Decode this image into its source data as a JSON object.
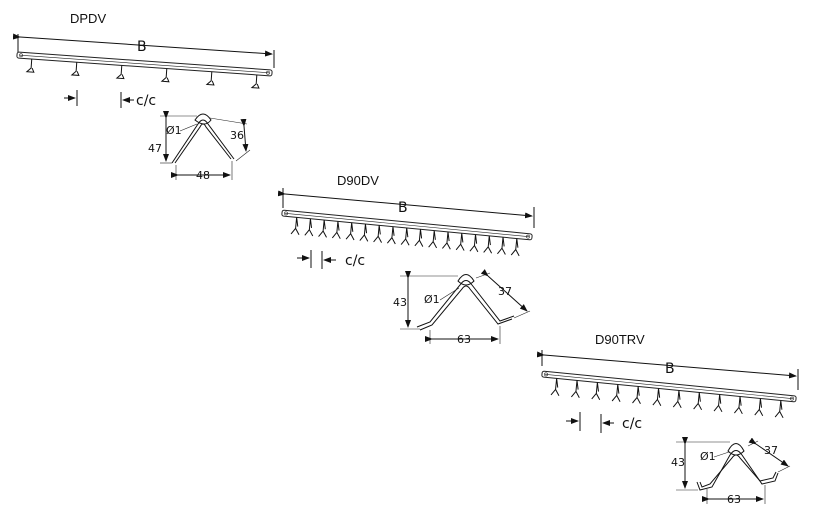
{
  "products": [
    {
      "id": "dpdv",
      "title": "DPDV",
      "span_label": "B",
      "spacing_label": "c/c",
      "profile": {
        "diameter": "Ø1",
        "height": "47",
        "width": "48",
        "leg": "36"
      }
    },
    {
      "id": "d90dv",
      "title": "D90DV",
      "span_label": "B",
      "spacing_label": "c/c",
      "profile": {
        "diameter": "Ø1",
        "height": "43",
        "width": "63",
        "leg": "37"
      }
    },
    {
      "id": "d90trv",
      "title": "D90TRV",
      "span_label": "B",
      "spacing_label": "c/c",
      "profile": {
        "diameter": "Ø1",
        "height": "43",
        "width": "63",
        "leg": "37"
      }
    }
  ],
  "colors": {
    "line": "#111111",
    "background": "#ffffff"
  }
}
